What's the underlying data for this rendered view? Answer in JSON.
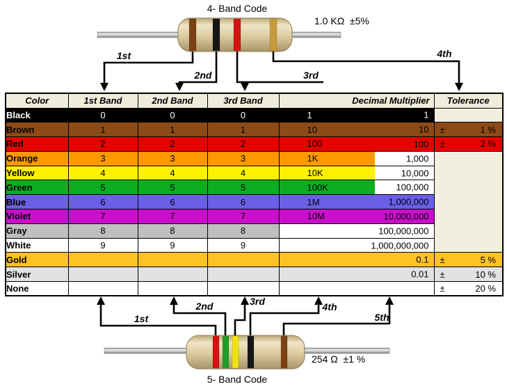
{
  "top_resistor": {
    "title": "4- Band Code",
    "value_label": "1.0 KΩ  ±5%",
    "bands": [
      {
        "name": "brown",
        "hex": "#7B4113"
      },
      {
        "name": "black",
        "hex": "#161616"
      },
      {
        "name": "red",
        "hex": "#D31212"
      },
      {
        "name": "gold",
        "hex": "#C79A3B"
      }
    ],
    "arrows": [
      "1st",
      "2nd",
      "3rd",
      "4th"
    ]
  },
  "bottom_resistor": {
    "title": "5- Band Code",
    "value_label": "254 Ω  ±1 %",
    "bands": [
      {
        "name": "red",
        "hex": "#D31212"
      },
      {
        "name": "green",
        "hex": "#1E9E27"
      },
      {
        "name": "yellow",
        "hex": "#EFE312"
      },
      {
        "name": "black",
        "hex": "#161616"
      },
      {
        "name": "brown",
        "hex": "#7B4113"
      }
    ],
    "arrows": [
      "1st",
      "2nd",
      "3rd",
      "4th",
      "5th"
    ]
  },
  "palette": {
    "table_header_bg": "#EFECDB",
    "tolerance_empty_bg": "#F3EFDE",
    "arrow_color": "#000000"
  },
  "table": {
    "pm_sign": "±",
    "headers": [
      "Color",
      "1st Band",
      "2nd Band",
      "3rd Band",
      "Decimal Multiplier",
      "Tolerance"
    ],
    "rows": [
      {
        "name": "Black",
        "bg": "#000000",
        "fg": "#FFFFFF",
        "b1": "0",
        "b2": "0",
        "b3": "0",
        "ms": "1",
        "mf": "1",
        "bar": 1,
        "multBg": "white",
        "mfFg": "#FFFFFF",
        "tolMode": "cell",
        "tolBg": "beige",
        "tol": ""
      },
      {
        "name": "Brown",
        "bg": "#8C4A17",
        "fg": "#000000",
        "b1": "1",
        "b2": "1",
        "b3": "1",
        "ms": "10",
        "mf": "10",
        "bar": 1,
        "multBg": "white",
        "mfFg": "#000000",
        "tolMode": "cell",
        "tolBg": "row",
        "tol": "1 %"
      },
      {
        "name": "Red",
        "bg": "#E60000",
        "fg": "#000000",
        "b1": "2",
        "b2": "2",
        "b3": "2",
        "ms": "100",
        "mf": "100",
        "bar": 1,
        "multBg": "white",
        "mfFg": "#000000",
        "tolMode": "cell",
        "tolBg": "row",
        "tol": "2 %"
      },
      {
        "name": "Orange",
        "bg": "#FF9800",
        "fg": "#000000",
        "b1": "3",
        "b2": "3",
        "b3": "3",
        "ms": "1K",
        "mf": "1,000",
        "bar": 0.62,
        "multBg": "white",
        "mfFg": "#000000",
        "tolMode": "merge",
        "tolBg": "beige",
        "tol": ""
      },
      {
        "name": "Yellow",
        "bg": "#FFF100",
        "fg": "#000000",
        "b1": "4",
        "b2": "4",
        "b3": "4",
        "ms": "10K",
        "mf": "10,000",
        "bar": 0.62,
        "multBg": "white",
        "mfFg": "#000000",
        "tolMode": "skip",
        "tolBg": "beige",
        "tol": ""
      },
      {
        "name": "Green",
        "bg": "#0CAD23",
        "fg": "#000000",
        "b1": "5",
        "b2": "5",
        "b3": "5",
        "ms": "100K",
        "mf": "100,000",
        "bar": 0.62,
        "multBg": "white",
        "mfFg": "#000000",
        "tolMode": "skip",
        "tolBg": "beige",
        "tol": ""
      },
      {
        "name": "Blue",
        "bg": "#6A5FE6",
        "fg": "#000000",
        "b1": "6",
        "b2": "6",
        "b3": "6",
        "ms": "1M",
        "mf": "1,000,000",
        "bar": 1,
        "multBg": "white",
        "mfFg": "#000000",
        "tolMode": "skip",
        "tolBg": "beige",
        "tol": ""
      },
      {
        "name": "Violet",
        "bg": "#CB0ECB",
        "fg": "#000000",
        "b1": "7",
        "b2": "7",
        "b3": "7",
        "ms": "10M",
        "mf": "10,000,000",
        "bar": 1,
        "multBg": "white",
        "mfFg": "#000000",
        "tolMode": "skip",
        "tolBg": "beige",
        "tol": ""
      },
      {
        "name": "Gray",
        "bg": "#BFBFBF",
        "fg": "#000000",
        "b1": "8",
        "b2": "8",
        "b3": "8",
        "ms": "",
        "mf": "100,000,000",
        "bar": 0,
        "multBg": "white",
        "mfFg": "#000000",
        "tolMode": "skip",
        "tolBg": "beige",
        "tol": ""
      },
      {
        "name": "White",
        "bg": "#FFFFFF",
        "fg": "#000000",
        "b1": "9",
        "b2": "9",
        "b3": "9",
        "ms": "",
        "mf": "1,000,000,000",
        "bar": 0,
        "multBg": "white",
        "mfFg": "#000000",
        "tolMode": "skip",
        "tolBg": "beige",
        "tol": ""
      },
      {
        "name": "Gold",
        "bg": "#FFC226",
        "fg": "#000000",
        "b1": "",
        "b2": "",
        "b3": "",
        "ms": "",
        "mf": "0.1",
        "bar": 0,
        "multBg": "row",
        "mfFg": "#000000",
        "tolMode": "cell",
        "tolBg": "row",
        "tol": "5 %",
        "thickTop": true
      },
      {
        "name": "Silver",
        "bg": "#E2E2E2",
        "fg": "#000000",
        "b1": "",
        "b2": "",
        "b3": "",
        "ms": "",
        "mf": "0.01",
        "bar": 0,
        "multBg": "row",
        "mfFg": "#000000",
        "tolMode": "cell",
        "tolBg": "row",
        "tol": "10 %"
      },
      {
        "name": "None",
        "bg": "#FFFFFF",
        "fg": "#000000",
        "b1": "",
        "b2": "",
        "b3": "",
        "ms": "",
        "mf": "",
        "bar": 0,
        "multBg": "row",
        "mfFg": "#000000",
        "tolMode": "cell",
        "tolBg": "row",
        "tol": "20 %"
      }
    ]
  }
}
